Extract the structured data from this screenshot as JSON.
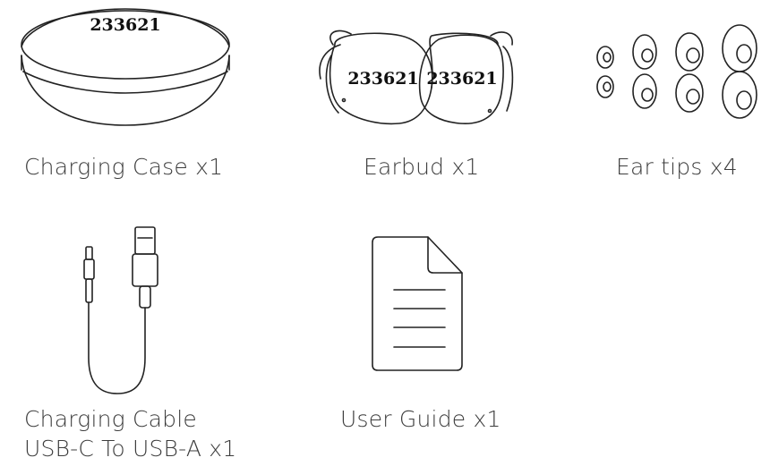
{
  "items": [
    {
      "id": "case",
      "label": "Charging Case x1",
      "logo": "233621"
    },
    {
      "id": "earbud",
      "label": "Earbud x1",
      "logo": "233621"
    },
    {
      "id": "eartips",
      "label": "Ear tips x4"
    },
    {
      "id": "cable",
      "label_lines": [
        "Charging Cable",
        "USB-C To USB-A x1"
      ]
    },
    {
      "id": "guide",
      "label": "User Guide x1"
    }
  ],
  "icons": [
    "charging-case-icon",
    "earbuds-icon",
    "ear-tips-icon",
    "charging-cable-icon",
    "user-guide-icon"
  ],
  "colors": {
    "line": "#222222",
    "text": "#3d3d3d",
    "background": "#ffffff"
  }
}
